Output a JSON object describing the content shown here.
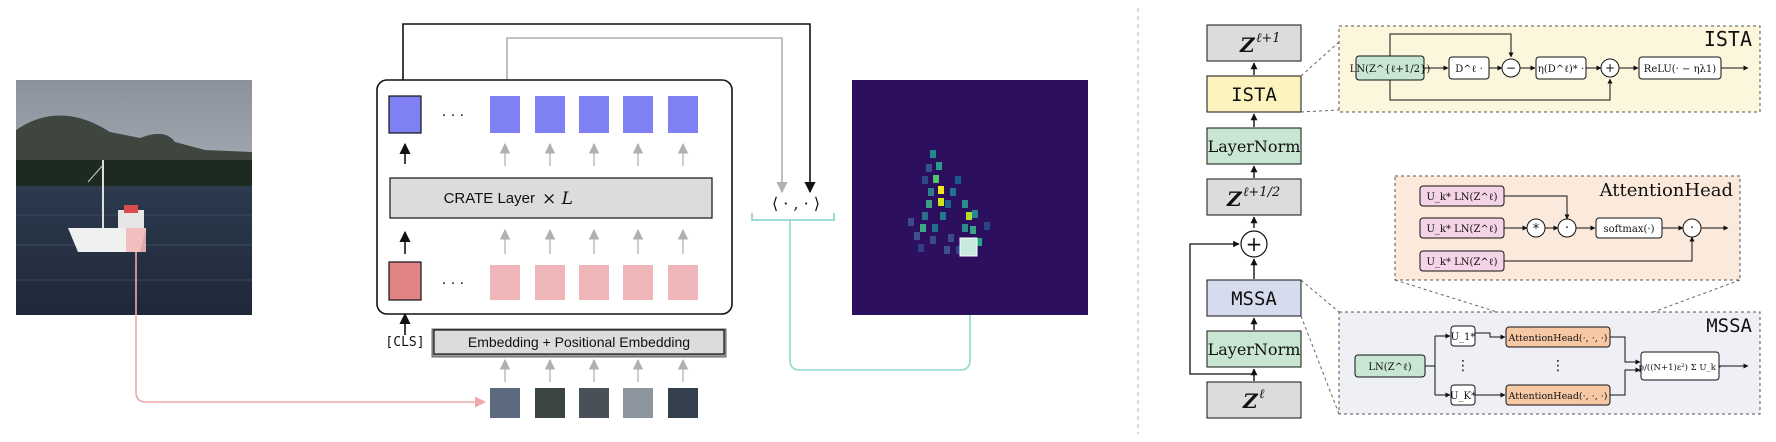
{
  "left_panel": {
    "crate_layer_label": "CRATE Layer",
    "crate_layer_multiplier": "× L",
    "embedding_label": "Embedding + Positional Embedding",
    "cls_label": "[CLS]",
    "ellipsis": "· · ·",
    "inner_product_label": "⟨ · , · ⟩"
  },
  "right_panel": {
    "stack": {
      "z_next": "Z",
      "z_next_sup": "ℓ+1",
      "ista": "ISTA",
      "layernorm_top": "LayerNorm",
      "z_half": "Z",
      "z_half_sup": "ℓ+1/2",
      "plus": "+",
      "mssa": "MSSA",
      "layernorm_bottom": "LayerNorm",
      "z_in": "Z",
      "z_in_sup": "ℓ"
    },
    "ista_box": {
      "title": "ISTA",
      "input": "LN(Z^{ℓ+1/2})",
      "dict": "D^ℓ ·",
      "minus": "−",
      "step": "η(D^ℓ)* ·",
      "plus": "+",
      "relu": "ReLU(· − ηλ1)"
    },
    "attention_box": {
      "title": "AttentionHead",
      "row1": "U_k* LN(Z^ℓ)",
      "row2": "U_k* LN(Z^ℓ)",
      "row3": "U_k* LN(Z^ℓ)",
      "star": "*",
      "dot": "·",
      "softmax": "softmax(·)"
    },
    "mssa_box": {
      "title": "MSSA",
      "input": "LN(Z^ℓ)",
      "u1": "U_1*",
      "uk": "U_K*",
      "head_top": "AttentionHead(·, ·, ·)",
      "head_bottom": "AttentionHead(·, ·, ·)",
      "sum": "p/((N+1)ε²) Σ U_k ·"
    }
  },
  "colors": {
    "token_blue": "#8080f5",
    "token_pink": "#eeb6b8",
    "cls_red": "#e28486",
    "ista_yellow": "#fcf3bf",
    "ista_panel": "#fcf7dc",
    "green": "#c9e6d2",
    "mssa_blue": "#d6dcee",
    "attn_panel": "#fbeadb",
    "attn_pink": "#f4d4e6",
    "attn_orange": "#f7c8a4",
    "gray_box": "#dcdcdc",
    "teal": "#8fd9cf",
    "heatmap_bg": "#2c0f5e"
  }
}
